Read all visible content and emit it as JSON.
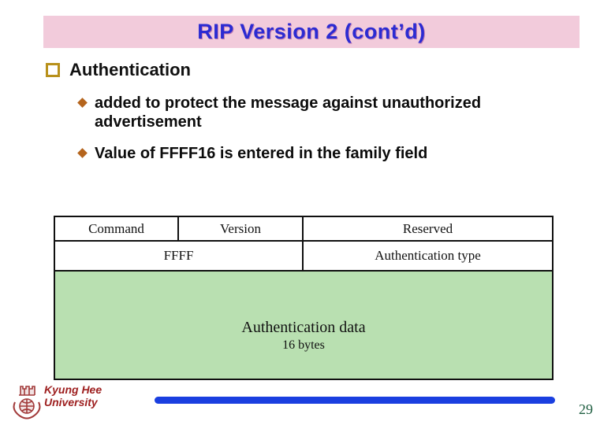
{
  "slide": {
    "title": "RIP Version 2 (cont’d)",
    "page_number": "29"
  },
  "content": {
    "heading": "Authentication",
    "bullets": [
      "added to protect the message against unauthorized\nadvertisement",
      "Value of FFFF16 is entered in the family field"
    ]
  },
  "diagram": {
    "row1": [
      "Command",
      "Version",
      "Reserved"
    ],
    "row2": [
      "FFFF",
      "Authentication type"
    ],
    "data_area": {
      "label": "Authentication data",
      "sublabel": "16 bytes"
    }
  },
  "footer": {
    "org_line1": "Kyung Hee",
    "org_line2": "University"
  },
  "colors": {
    "banner_pink": "#f2cbdb",
    "title_blue": "#2b2bd2",
    "bullet_gold": "#b8911c",
    "diamond_orange": "#b5651d",
    "table_green": "#b9e0b1",
    "footer_red": "#9e2020",
    "bar_blue": "#1a3fe0",
    "page_green": "#1e5e40"
  }
}
